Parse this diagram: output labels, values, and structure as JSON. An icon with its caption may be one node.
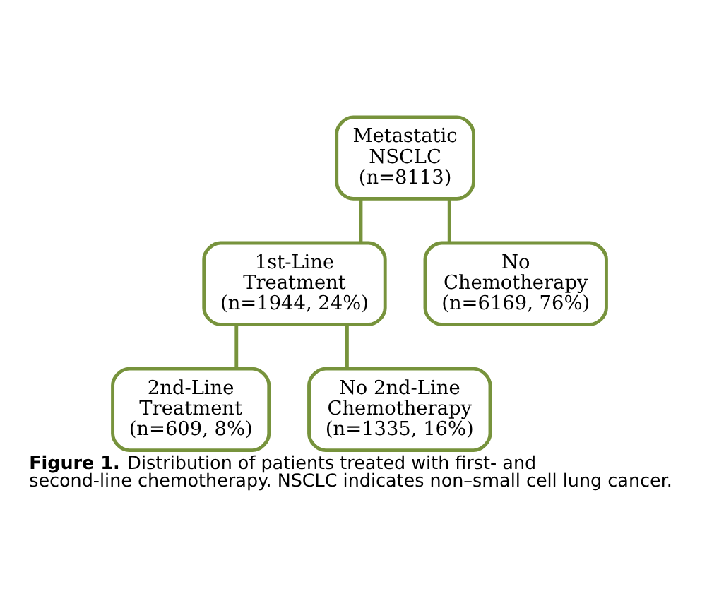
{
  "diagram": {
    "caption": "**Figure 1.** Distribution of patients treated with first- and second-line chemotherapy. NSCLC indicates non–small cell lung cancer.",
    "nodes": [
      {
        "text": [
          "Metastatic NSCLC",
          "(n=8113)"
        ]
      },
      {
        "text": [
          "1st-Line Treatment",
          "(n=1944, 24%)"
        ]
      },
      {
        "text": [
          "No Chemotherapy",
          "(n=6169, 76%)"
        ]
      },
      {
        "text": [
          "2nd-Line Treatment",
          "(n=609, 8%)"
        ]
      },
      {
        "text": [
          "No 2nd-Line Chemotherapy",
          "(n=1335, 16%)"
        ]
      }
    ],
    "edges": [
      {
        "from": 0,
        "to": 1,
        "arrow": "none"
      },
      {
        "from": 0,
        "to": 2,
        "arrow": "none"
      },
      {
        "from": 1,
        "to": 3,
        "arrow": "none"
      },
      {
        "from": 1,
        "to": 4,
        "arrow": "none"
      }
    ]
  }
}
